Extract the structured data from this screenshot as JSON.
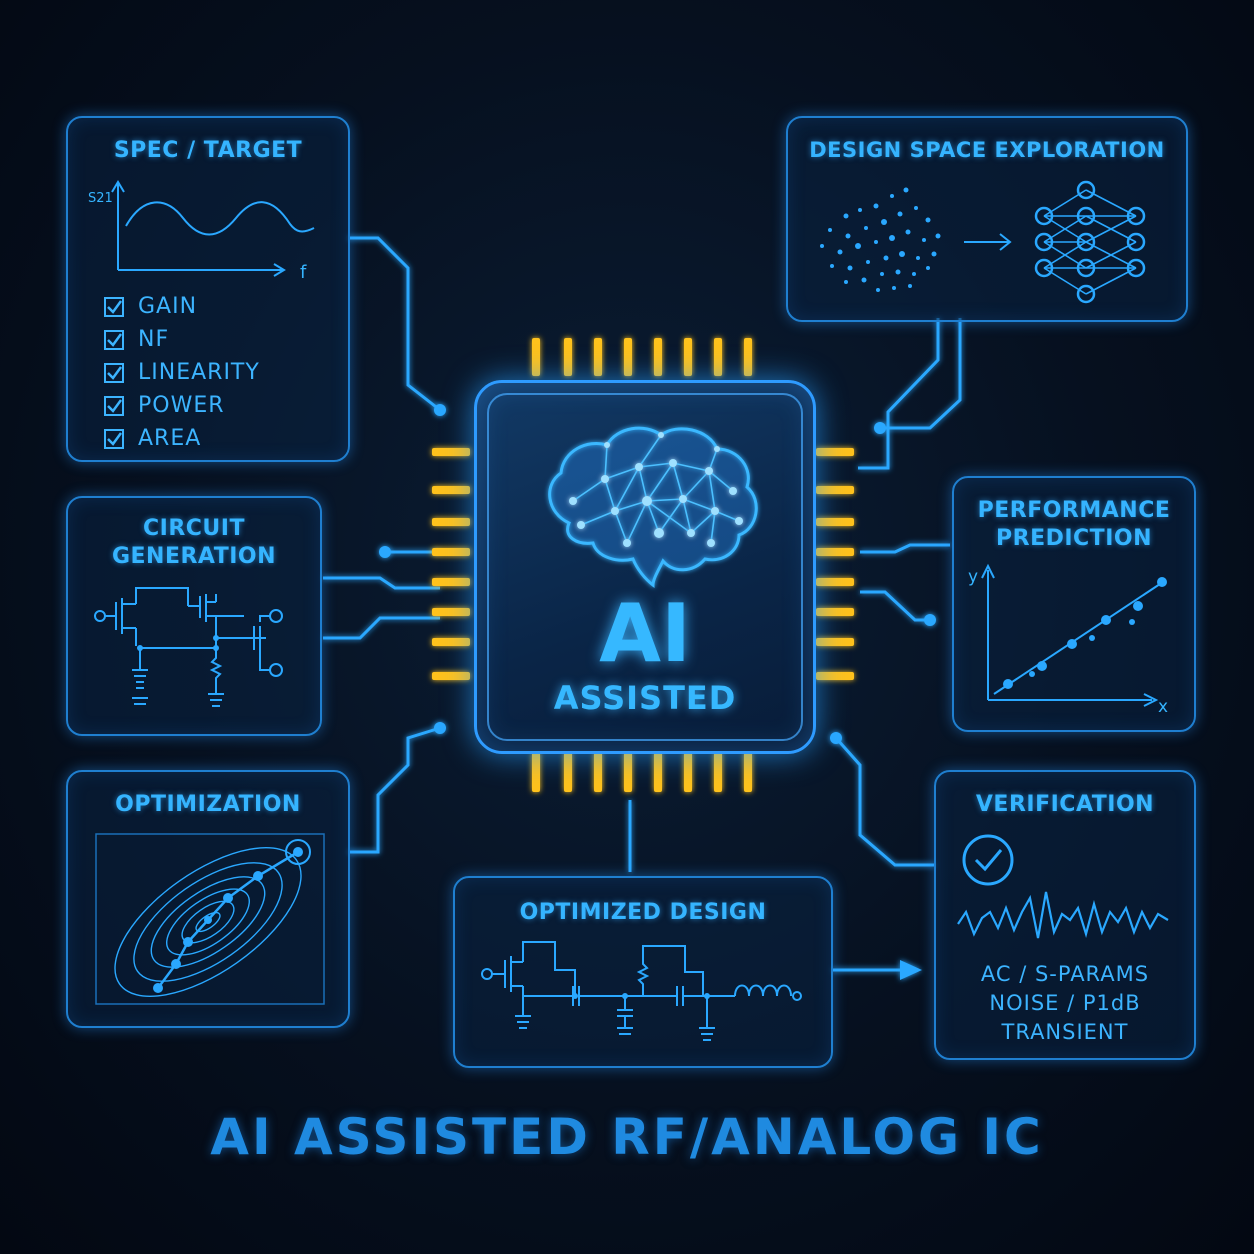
{
  "title": "AI ASSISTED RF/ANALOG IC",
  "chip": {
    "main": "AI",
    "sub": "ASSISTED"
  },
  "panels": {
    "spec": {
      "title": "SPEC / TARGET",
      "plot_ylabel": "S21",
      "plot_xlabel": "f",
      "checklist": [
        "GAIN",
        "NF",
        "LINEARITY",
        "POWER",
        "AREA"
      ]
    },
    "dse": {
      "title": "DESIGN SPACE EXPLORATION"
    },
    "circuit": {
      "title_line1": "CIRCUIT",
      "title_line2": "GENERATION"
    },
    "perf": {
      "title_line1": "PERFORMANCE",
      "title_line2": "PREDICTION",
      "plot_ylabel": "y",
      "plot_xlabel": "x"
    },
    "optimization": {
      "title": "OPTIMIZATION"
    },
    "optimized": {
      "title": "OPTIMIZED DESIGN"
    },
    "verification": {
      "title": "VERIFICATION",
      "items": [
        "AC / S-PARAMS",
        "NOISE / P1dB",
        "TRANSIENT"
      ]
    }
  },
  "colors": {
    "accent": "#35b4ff",
    "line": "#2aa8ff",
    "pin": "#ffc21a",
    "border": "#1f7fd0",
    "background": "#06101f"
  }
}
